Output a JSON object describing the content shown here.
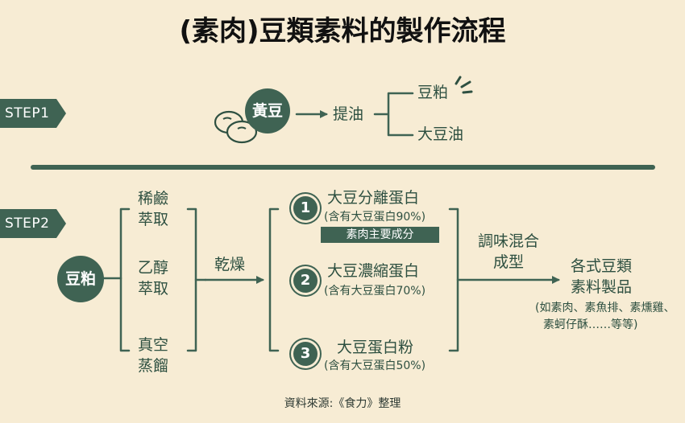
{
  "title": "(素肉)豆類素料的製作流程",
  "steps": {
    "step1": "STEP1",
    "step2": "STEP2"
  },
  "step1": {
    "soybean": "黃豆",
    "extract": "提油",
    "meal": "豆粕",
    "oil": "大豆油"
  },
  "step2": {
    "input": "豆粕",
    "methods": [
      {
        "line1": "稀鹼",
        "line2": "萃取"
      },
      {
        "line1": "乙醇",
        "line2": "萃取"
      },
      {
        "line1": "真空",
        "line2": "蒸餾"
      }
    ],
    "dry": "乾燥",
    "products": [
      {
        "num": "1",
        "name": "大豆分離蛋白",
        "sub": "(含有大豆蛋白90%)"
      },
      {
        "num": "2",
        "name": "大豆濃縮蛋白",
        "sub": "(含有大豆蛋白70%)"
      },
      {
        "num": "3",
        "name": "大豆蛋白粉",
        "sub": "(含有大豆蛋白50%)"
      }
    ],
    "main_tag": "素肉主要成分",
    "mix_line1": "調味混合",
    "mix_line2": "成型",
    "final_line1": "各式豆類",
    "final_line2": "素料製品",
    "examples_line1": "(如素肉、素魚排、素燻雞、",
    "examples_line2": "素蚵仔酥……等等)"
  },
  "source": "資料來源:《食力》整理",
  "colors": {
    "primary": "#3f6353",
    "background": "#f7ecd4",
    "title": "#111111"
  }
}
